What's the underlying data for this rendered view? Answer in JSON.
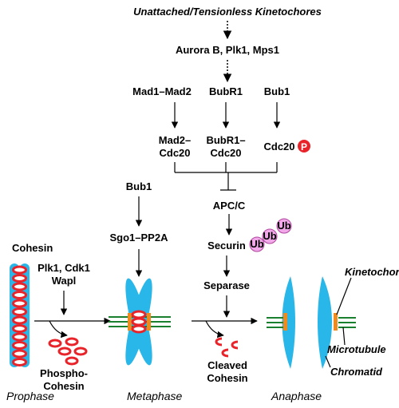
{
  "labels": {
    "trigger": "Unattached/Tensionless Kinetochores",
    "kinases": "Aurora B, Plk1, Mps1",
    "mad1_mad2": "Mad1–Mad2",
    "bubr1": "BubR1",
    "bub1_top": "Bub1",
    "mad2_cdc20_l1": "Mad2–",
    "mad2_cdc20_l2": "Cdc20",
    "bubr1_cdc20_l1": "BubR1–",
    "bubr1_cdc20_l2": "Cdc20",
    "cdc20": "Cdc20",
    "phospho_badge": "P",
    "bub1_mid": "Bub1",
    "apc_c": "APC/C",
    "sgo1_pp2a": "Sgo1–PP2A",
    "securin": "Securin",
    "ub": "Ub",
    "cohesin": "Cohesin",
    "prophase_kinases_l1": "Plk1, Cdk1",
    "prophase_kinases_l2": "Wapl",
    "separase": "Separase",
    "kinetochore": "Kinetochore",
    "microtubule": "Microtubule",
    "chromatid": "Chromatid",
    "phospho_cohesin_l1": "Phospho-",
    "phospho_cohesin_l2": "Cohesin",
    "cleaved_cohesin_l1": "Cleaved",
    "cleaved_cohesin_l2": "Cohesin"
  },
  "phases": {
    "prophase": "Prophase",
    "metaphase": "Metaphase",
    "anaphase": "Anaphase"
  },
  "colors": {
    "chromatid": "#29b6e8",
    "cohesin": "#e8242a",
    "ubiquitin": "#f0a8e8",
    "ubiquitin_stroke": "#b0459e",
    "microtubule": "#1a7f2e",
    "kinetochore": "#f08a1c",
    "phospho": "#e8242a"
  }
}
